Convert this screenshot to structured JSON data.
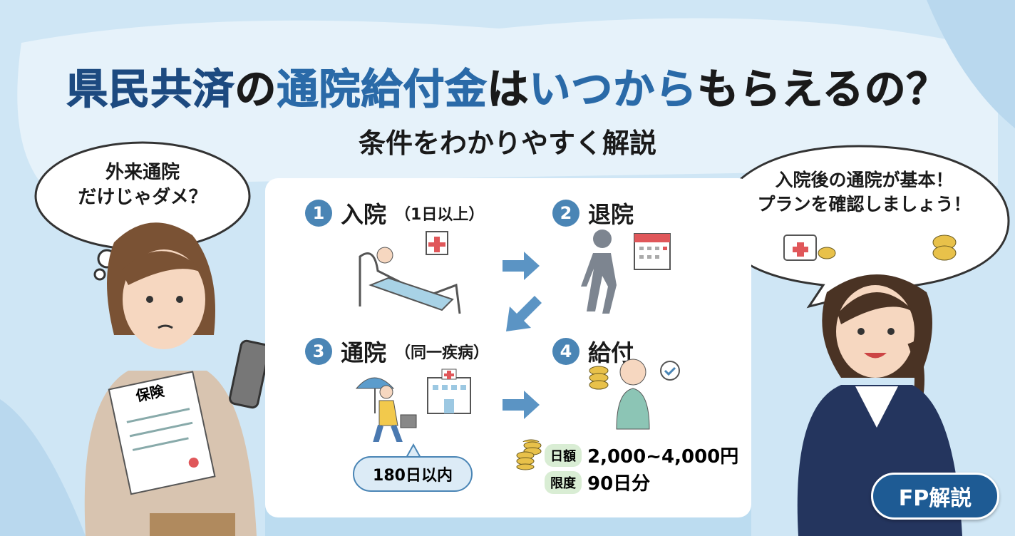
{
  "title": {
    "part1": "県民共済",
    "part2": "の",
    "part3": "通院給付金",
    "part4": "は",
    "part5": "いつから",
    "part6": "もらえるの？"
  },
  "subtitle": "条件をわかりやすく解説",
  "left_bubble": {
    "line1": "外来通院",
    "line2": "だけじゃダメ？"
  },
  "right_bubble": {
    "line1": "入院後の通院が基本！",
    "line2": "プランを確認しましょう！"
  },
  "document_label": "保険",
  "steps": [
    {
      "num": "1",
      "label": "入院",
      "note": "（1日以上）"
    },
    {
      "num": "2",
      "label": "退院",
      "note": ""
    },
    {
      "num": "3",
      "label": "通院",
      "note": "（同一疾病）"
    },
    {
      "num": "4",
      "label": "給付",
      "note": ""
    }
  ],
  "period_pill": "180日以内",
  "benefit": {
    "daily_tag": "日額",
    "daily_value": "2,000~4,000円",
    "limit_tag": "限度",
    "limit_value": "90日分"
  },
  "badge": "FP解説",
  "colors": {
    "accent": "#4a85b5",
    "title_dark": "#1d4a80",
    "title_blue": "#2a6aa8",
    "background": "#cfe6f5"
  }
}
